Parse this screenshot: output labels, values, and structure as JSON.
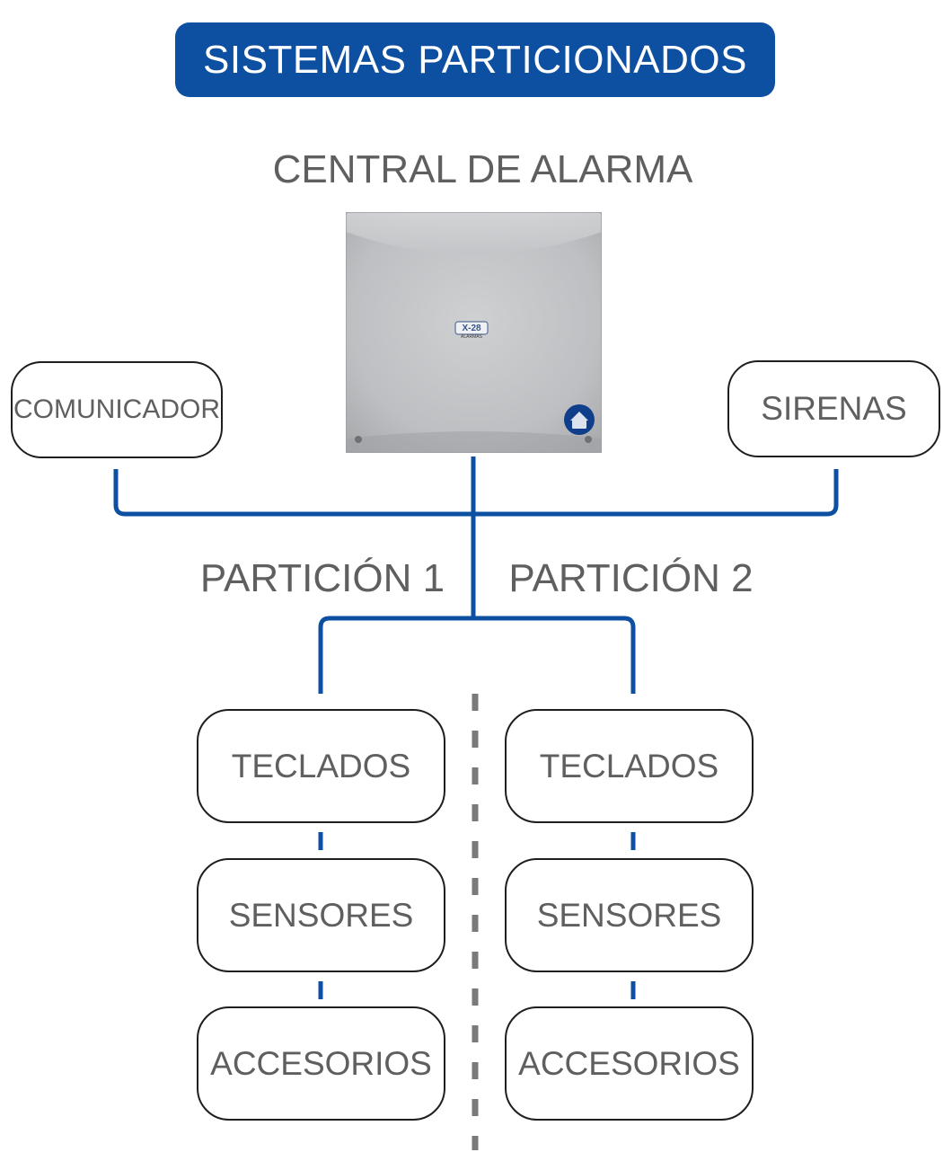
{
  "title": "SISTEMAS PARTICIONADOS",
  "central": {
    "label": "CENTRAL DE ALARMA",
    "logo_text": "X-28",
    "logo_sub": "ALARMAS"
  },
  "side_nodes": {
    "left": "COMUNICADOR",
    "right": "SIRENAS"
  },
  "partitions": [
    {
      "label": "PARTICIÓN 1",
      "items": [
        "TECLADOS",
        "SENSORES",
        "ACCESORIOS"
      ]
    },
    {
      "label": "PARTICIÓN 2",
      "items": [
        "TECLADOS",
        "SENSORES",
        "ACCESORIOS"
      ]
    }
  ],
  "colors": {
    "banner": "#0d4fa0",
    "connector": "#0d4fa0",
    "separator": "#7a7a7a",
    "text": "#5f5f5f",
    "node_border": "#1e1e1e"
  }
}
